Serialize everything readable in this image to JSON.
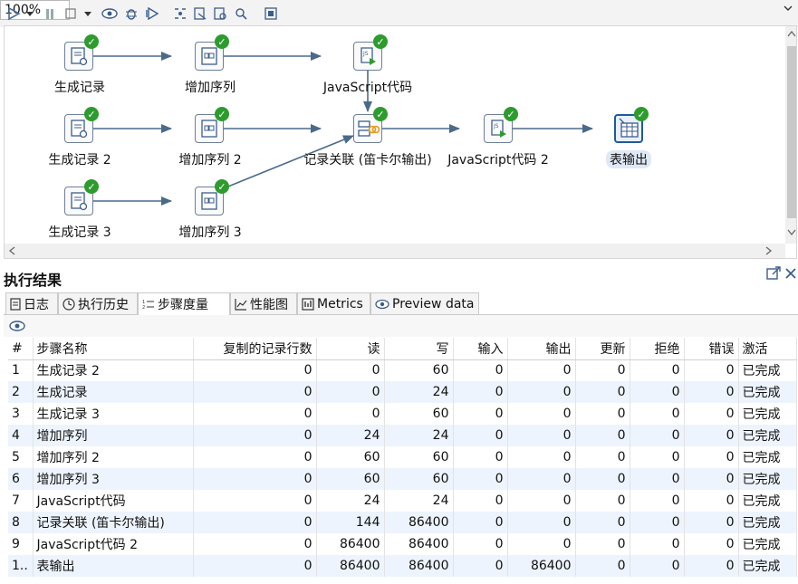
{
  "toolbar": {
    "zoom_value": "100%"
  },
  "canvas": {
    "steps": [
      {
        "id": "s1",
        "label": "生成记录",
        "type": "gen"
      },
      {
        "id": "s2",
        "label": "增加序列",
        "type": "seq"
      },
      {
        "id": "s3",
        "label": "JavaScript代码",
        "type": "js"
      },
      {
        "id": "s4",
        "label": "生成记录 2",
        "type": "gen"
      },
      {
        "id": "s5",
        "label": "增加序列 2",
        "type": "seq"
      },
      {
        "id": "s6",
        "label": "记录关联 (笛卡尔输出)",
        "type": "join"
      },
      {
        "id": "s7",
        "label": "JavaScript代码 2",
        "type": "js"
      },
      {
        "id": "s8",
        "label": "表输出",
        "type": "table"
      },
      {
        "id": "s9",
        "label": "生成记录 3",
        "type": "gen"
      },
      {
        "id": "s10",
        "label": "增加序列 3",
        "type": "seq"
      }
    ]
  },
  "results": {
    "title": "执行结果",
    "tabs": [
      {
        "label": "日志",
        "icon": "log-icon"
      },
      {
        "label": "执行历史",
        "icon": "history-icon"
      },
      {
        "label": "步骤度量",
        "icon": "metrics-list-icon"
      },
      {
        "label": "性能图",
        "icon": "chart-icon"
      },
      {
        "label": "Metrics",
        "icon": "metrics-icon"
      },
      {
        "label": "Preview data",
        "icon": "eye-icon"
      }
    ],
    "columns": [
      "#",
      "步骤名称",
      "复制的记录行数",
      "读",
      "写",
      "输入",
      "输出",
      "更新",
      "拒绝",
      "错误",
      "激活"
    ],
    "rows": [
      [
        "1",
        "生成记录 2",
        "0",
        "0",
        "60",
        "0",
        "0",
        "0",
        "0",
        "0",
        "已完成"
      ],
      [
        "2",
        "生成记录",
        "0",
        "0",
        "24",
        "0",
        "0",
        "0",
        "0",
        "0",
        "已完成"
      ],
      [
        "3",
        "生成记录 3",
        "0",
        "0",
        "60",
        "0",
        "0",
        "0",
        "0",
        "0",
        "已完成"
      ],
      [
        "4",
        "增加序列",
        "0",
        "24",
        "24",
        "0",
        "0",
        "0",
        "0",
        "0",
        "已完成"
      ],
      [
        "5",
        "增加序列 2",
        "0",
        "60",
        "60",
        "0",
        "0",
        "0",
        "0",
        "0",
        "已完成"
      ],
      [
        "6",
        "增加序列 3",
        "0",
        "60",
        "60",
        "0",
        "0",
        "0",
        "0",
        "0",
        "已完成"
      ],
      [
        "7",
        "JavaScript代码",
        "0",
        "24",
        "24",
        "0",
        "0",
        "0",
        "0",
        "0",
        "已完成"
      ],
      [
        "8",
        "记录关联 (笛卡尔输出)",
        "0",
        "144",
        "86400",
        "0",
        "0",
        "0",
        "0",
        "0",
        "已完成"
      ],
      [
        "9",
        "JavaScript代码 2",
        "0",
        "86400",
        "86400",
        "0",
        "0",
        "0",
        "0",
        "0",
        "已完成"
      ],
      [
        "1..",
        "表输出",
        "0",
        "86400",
        "86400",
        "0",
        "86400",
        "0",
        "0",
        "0",
        "已完成"
      ]
    ]
  }
}
